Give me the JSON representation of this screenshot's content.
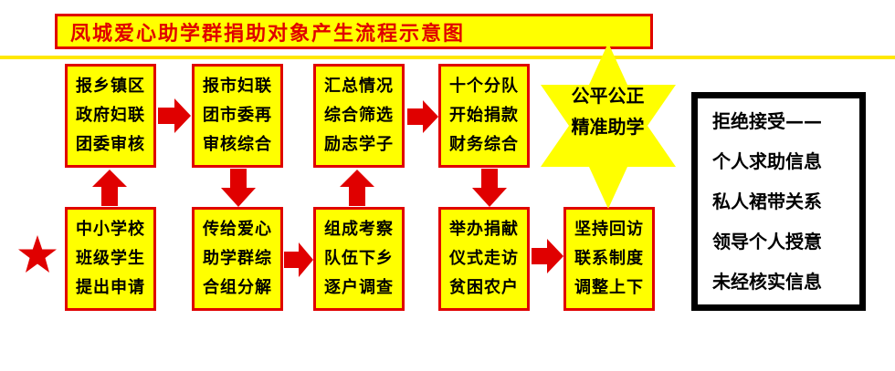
{
  "title": "凤城爱心助学群捐助对象产生流程示意图",
  "colors": {
    "box_fill": "#ffff00",
    "border": "#e00000",
    "arrow": "#e00000",
    "title_text": "#e00000",
    "rule": "#ffe800"
  },
  "boxes": {
    "b1": {
      "lines": [
        "报乡镇区",
        "政府妇联",
        "团委审核"
      ]
    },
    "b2": {
      "lines": [
        "报市妇联",
        "团市委再",
        "审核综合"
      ]
    },
    "b3": {
      "lines": [
        "汇总情况",
        "综合筛选",
        "励志学子"
      ]
    },
    "b4": {
      "lines": [
        "十个分队",
        "开始捐款",
        "财务综合"
      ]
    },
    "b5": {
      "lines": [
        "中小学校",
        "班级学生",
        "提出申请"
      ]
    },
    "b6": {
      "lines": [
        "传给爱心",
        "助学群综",
        "合组分解"
      ]
    },
    "b7": {
      "lines": [
        "组成考察",
        "队伍下乡",
        "逐户调查"
      ]
    },
    "b8": {
      "lines": [
        "举办捐献",
        "仪式走访",
        "贫困农户"
      ]
    },
    "b9": {
      "lines": [
        "坚持回访",
        "联系制度",
        "调整上下"
      ]
    }
  },
  "star_badge": {
    "lines": [
      "公平公正",
      "精准助学"
    ],
    "color": "#ffff00"
  },
  "start_marker": {
    "icon": "red-star-icon",
    "color": "#e00000"
  },
  "reject_box": {
    "lines": [
      "拒绝接受——",
      "个人求助信息",
      "私人裙带关系",
      "领导个人授意",
      "未经核实信息"
    ]
  }
}
